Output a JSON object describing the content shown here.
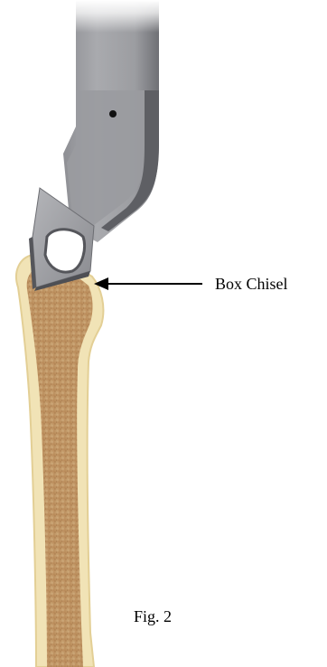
{
  "figure": {
    "caption": "Fig. 2",
    "callout_label": "Box Chisel",
    "colors": {
      "chisel_light": "#b8b9bd",
      "chisel_mid": "#8b8c91",
      "chisel_dark": "#5c5d62",
      "bone_cortex": "#f2e4b8",
      "bone_cancellous": "#c49a6a",
      "arrow": "#000000"
    },
    "parts": [
      "chisel-handle",
      "box-chisel-blade",
      "femur"
    ]
  }
}
